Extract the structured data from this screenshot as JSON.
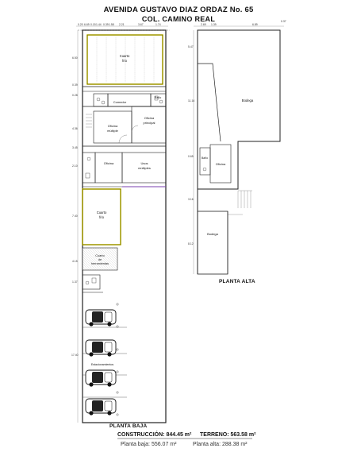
{
  "header": {
    "title": "AVENIDA GUSTAVO DIAZ ORDAZ No. 65",
    "subtitle": "COL. CAMINO REAL"
  },
  "ground_floor": {
    "caption": "PLANTA BAJA",
    "rooms": {
      "cuarto_frio_1": [
        "Cuarto",
        "frio"
      ],
      "comedor": "Comedor",
      "bano_1": "Baño",
      "oficina_principal": [
        "Oficina",
        "principal"
      ],
      "oficina_multiple": [
        "Oficina",
        "múltiple"
      ],
      "oficina": "Oficina",
      "usos_multiples": [
        "Usos",
        "múltiples"
      ],
      "cuarto_frio_2": [
        "Cuarto",
        "frio"
      ],
      "cuarto_herramientas": [
        "Cuarto",
        "de",
        "herramientas"
      ],
      "estacionamientos": "Estacionamientos"
    },
    "dims": {
      "top_row": [
        "0.20",
        "6.69",
        "0.15",
        "1.44",
        "0.39",
        "1.58",
        "2.21",
        "3.67",
        "1.74"
      ],
      "left_col": [
        "6.50",
        "0.39",
        "0.28",
        "4.36",
        "3.45",
        "2.10",
        "7.40",
        "4.15",
        "1.37",
        "17.40"
      ]
    }
  },
  "upper_floor": {
    "caption": "PLANTA ALTA",
    "rooms": {
      "bodega_1": "Bodega",
      "oficina": "Oficina",
      "bano": "Baño",
      "bodega_2": "Bodega"
    },
    "dims": {
      "top_row": [
        "2.69",
        "1.39",
        "6.89",
        "0.37"
      ],
      "left_col": [
        "5.47",
        "11.16",
        "0.65",
        "3.16",
        "8.12"
      ]
    }
  },
  "totals": {
    "construccion_label": "CONSTRUCCIÓN:",
    "construccion_value": "844.45 m²",
    "terreno_label": "TERRENO:",
    "terreno_value": "563.58 m²",
    "planta_baja_label": "Planta baja:",
    "planta_baja_value": "556.07 m²",
    "planta_alta_label": "Planta alta:",
    "planta_alta_value": "288.38 m²"
  }
}
